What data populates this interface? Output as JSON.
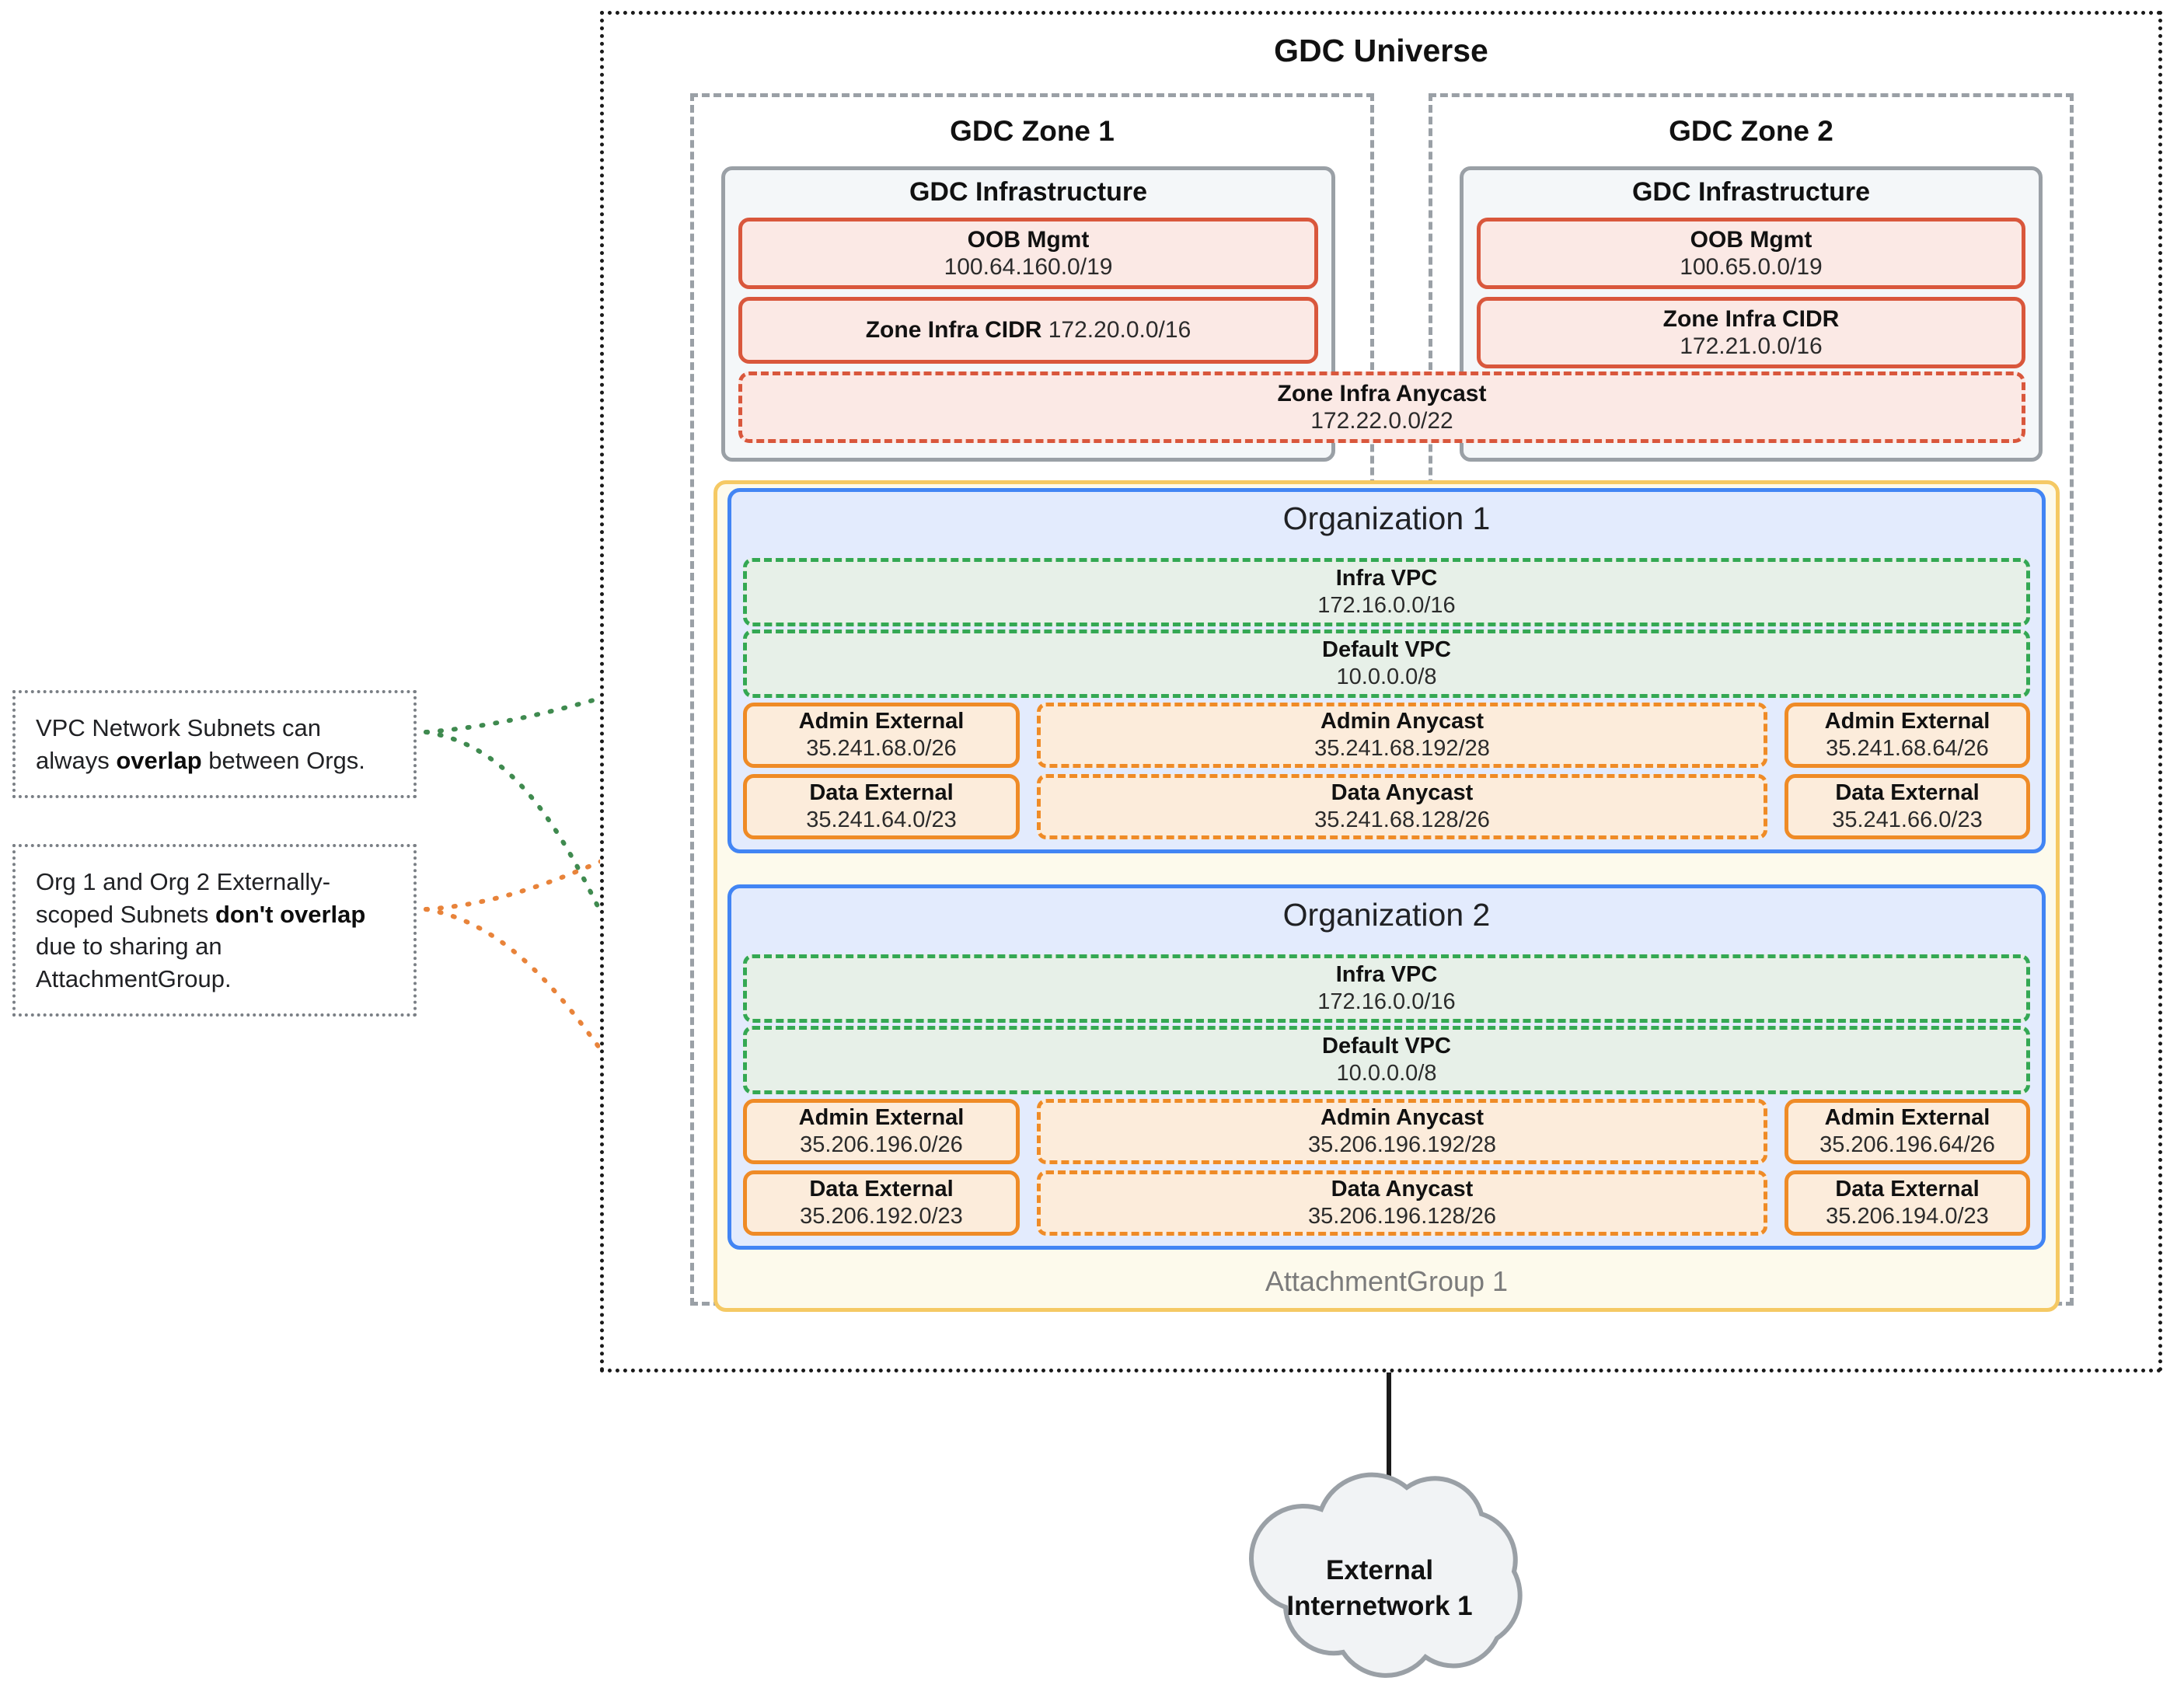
{
  "universe": {
    "title": "GDC Universe"
  },
  "zones": [
    {
      "title": "GDC Zone 1",
      "infra_title": "GDC Infrastructure",
      "oob": {
        "label": "OOB Mgmt",
        "cidr": "100.64.160.0/19"
      },
      "zone_infra_cidr": {
        "label": "Zone Infra CIDR",
        "cidr": "172.20.0.0/16",
        "inline": true
      }
    },
    {
      "title": "GDC Zone 2",
      "infra_title": "GDC Infrastructure",
      "oob": {
        "label": "OOB Mgmt",
        "cidr": "100.65.0.0/19"
      },
      "zone_infra_cidr": {
        "label": "Zone Infra CIDR",
        "cidr": "172.21.0.0/16",
        "inline": false
      }
    }
  ],
  "zone_infra_anycast": {
    "label": "Zone Infra Anycast",
    "cidr": "172.22.0.0/22"
  },
  "attachment_group": {
    "label": "AttachmentGroup 1"
  },
  "organizations": [
    {
      "title": "Organization 1",
      "infra_vpc": {
        "label": "Infra VPC",
        "cidr": "172.16.0.0/16"
      },
      "default_vpc": {
        "label": "Default VPC",
        "cidr": "10.0.0.0/8"
      },
      "admin_external_left": {
        "label": "Admin External",
        "cidr": "35.241.68.0/26"
      },
      "data_external_left": {
        "label": "Data External",
        "cidr": "35.241.64.0/23"
      },
      "admin_anycast": {
        "label": "Admin Anycast",
        "cidr": "35.241.68.192/28"
      },
      "data_anycast": {
        "label": "Data Anycast",
        "cidr": "35.241.68.128/26"
      },
      "admin_external_right": {
        "label": "Admin External",
        "cidr": "35.241.68.64/26"
      },
      "data_external_right": {
        "label": "Data External",
        "cidr": "35.241.66.0/23"
      }
    },
    {
      "title": "Organization 2",
      "infra_vpc": {
        "label": "Infra VPC",
        "cidr": "172.16.0.0/16"
      },
      "default_vpc": {
        "label": "Default VPC",
        "cidr": "10.0.0.0/8"
      },
      "admin_external_left": {
        "label": "Admin External",
        "cidr": "35.206.196.0/26"
      },
      "data_external_left": {
        "label": "Data External",
        "cidr": "35.206.192.0/23"
      },
      "admin_anycast": {
        "label": "Admin Anycast",
        "cidr": "35.206.196.192/28"
      },
      "data_anycast": {
        "label": "Data Anycast",
        "cidr": "35.206.196.128/26"
      },
      "admin_external_right": {
        "label": "Admin External",
        "cidr": "35.206.196.64/26"
      },
      "data_external_right": {
        "label": "Data External",
        "cidr": "35.206.194.0/23"
      }
    }
  ],
  "notes": [
    {
      "text_before": "VPC Network Subnets can always ",
      "emphasis": "overlap",
      "text_after": " between Orgs."
    },
    {
      "text_before": "Org 1 and Org 2 Externally-scoped Subnets ",
      "emphasis": "don't overlap",
      "text_after": " due to sharing an AttachmentGroup."
    }
  ],
  "external_network": {
    "line1": "External",
    "line2": "Internetwork 1"
  },
  "colors": {
    "universe_border": "#1a1a1a",
    "zone_border": "#9aa0a6",
    "infra_panel_border": "#9aa0a6",
    "infra_panel_fill": "#f4f7f9",
    "red_chip_border": "#d9573c",
    "red_chip_fill": "#fbe9e5",
    "attachment_border": "#f5c964",
    "attachment_fill": "#fdfaec",
    "org_border": "#4285f4",
    "org_fill": "#e3ebfd",
    "vpc_border": "#34a853",
    "vpc_fill": "#e7f0e8",
    "subnet_border": "#ef8b26",
    "subnet_fill": "#fcecdb",
    "note_border": "#7a7f85",
    "cloud_fill": "#f1f3f5",
    "cloud_border": "#9aa0a6",
    "attachment_label_text": "#7b7b7b"
  }
}
